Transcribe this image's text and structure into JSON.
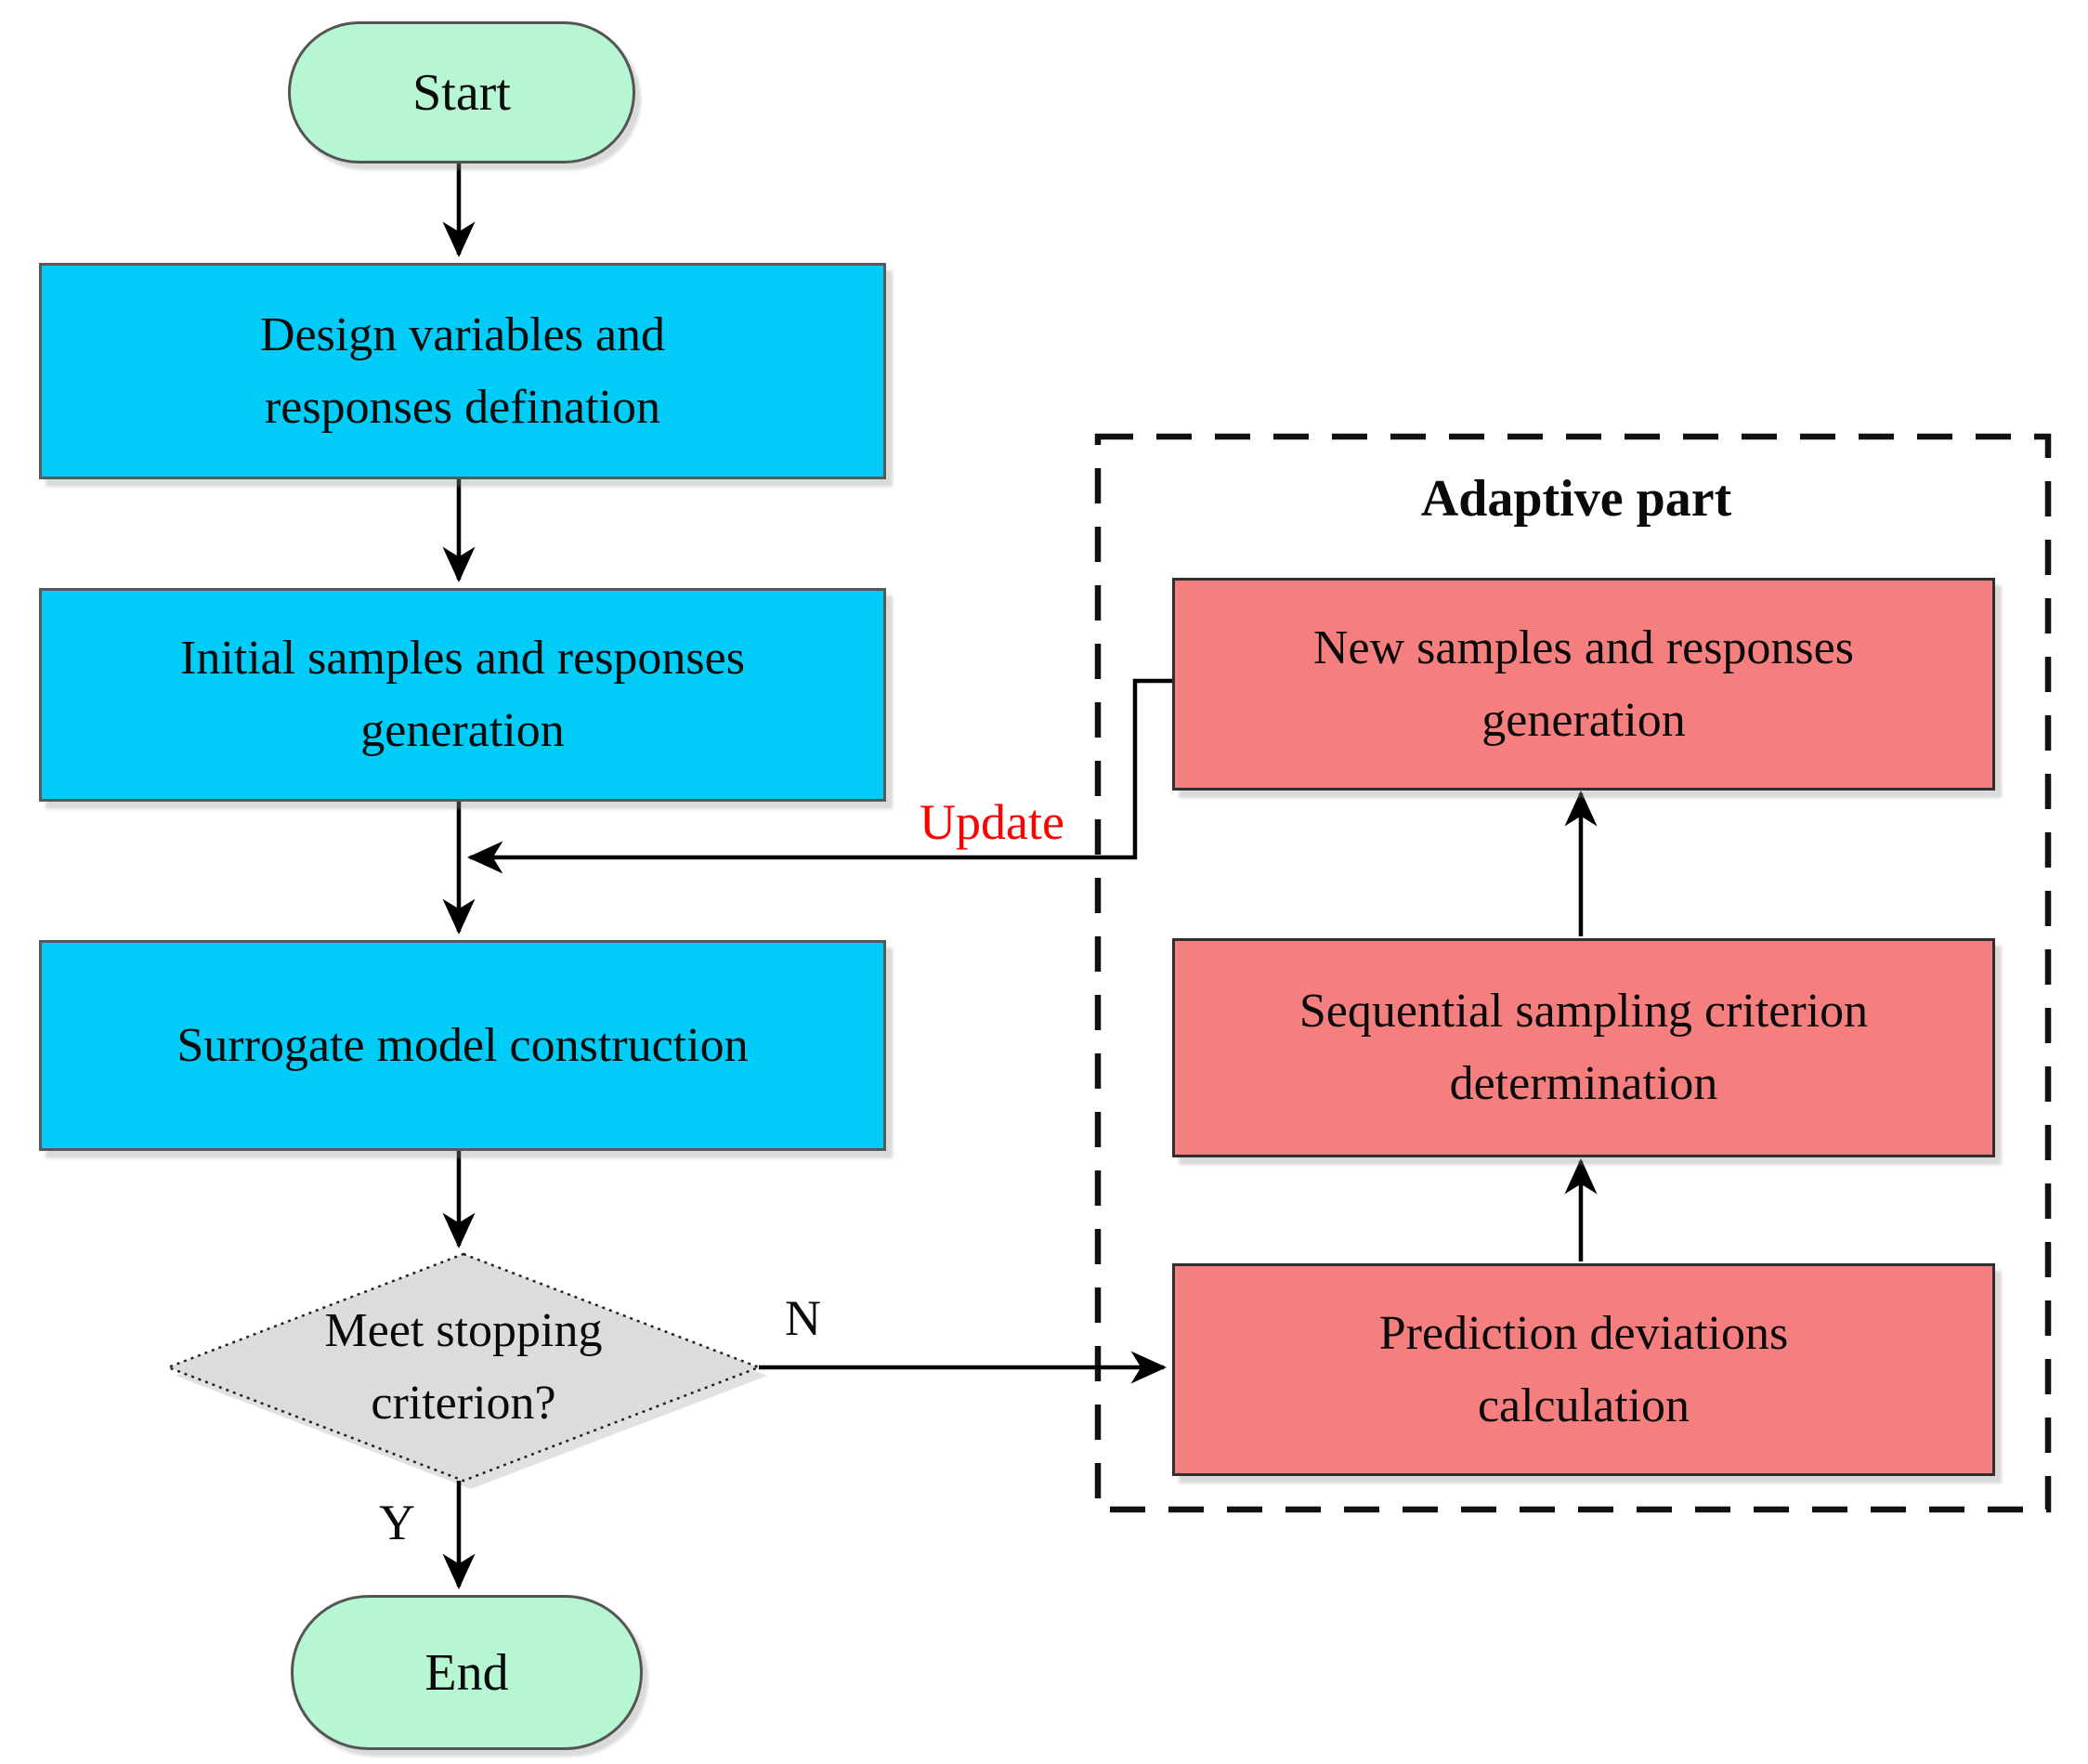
{
  "diagram": {
    "nodes": {
      "start": "Start",
      "design": "Design variables and\nresponses defination",
      "initial": "Initial samples and responses\ngeneration",
      "surrogate": "Surrogate model construction",
      "decision": "Meet stopping\ncriterion?",
      "end": "End",
      "new_samples": "New samples and responses\ngeneration",
      "sequential": "Sequential sampling criterion\ndetermination",
      "prediction": "Prediction deviations\ncalculation"
    },
    "group": {
      "label": "Adaptive part"
    },
    "edge_labels": {
      "update": "Update",
      "no": "N",
      "yes": "Y"
    },
    "colors": {
      "left_process_fill": "#00ccf7",
      "right_process_fill": "#f57f7f",
      "terminator_fill": "#b7f6d2",
      "decision_fill": "#dcdcdc",
      "update_label_color": "#ff0000",
      "connector_color": "#000000"
    }
  }
}
